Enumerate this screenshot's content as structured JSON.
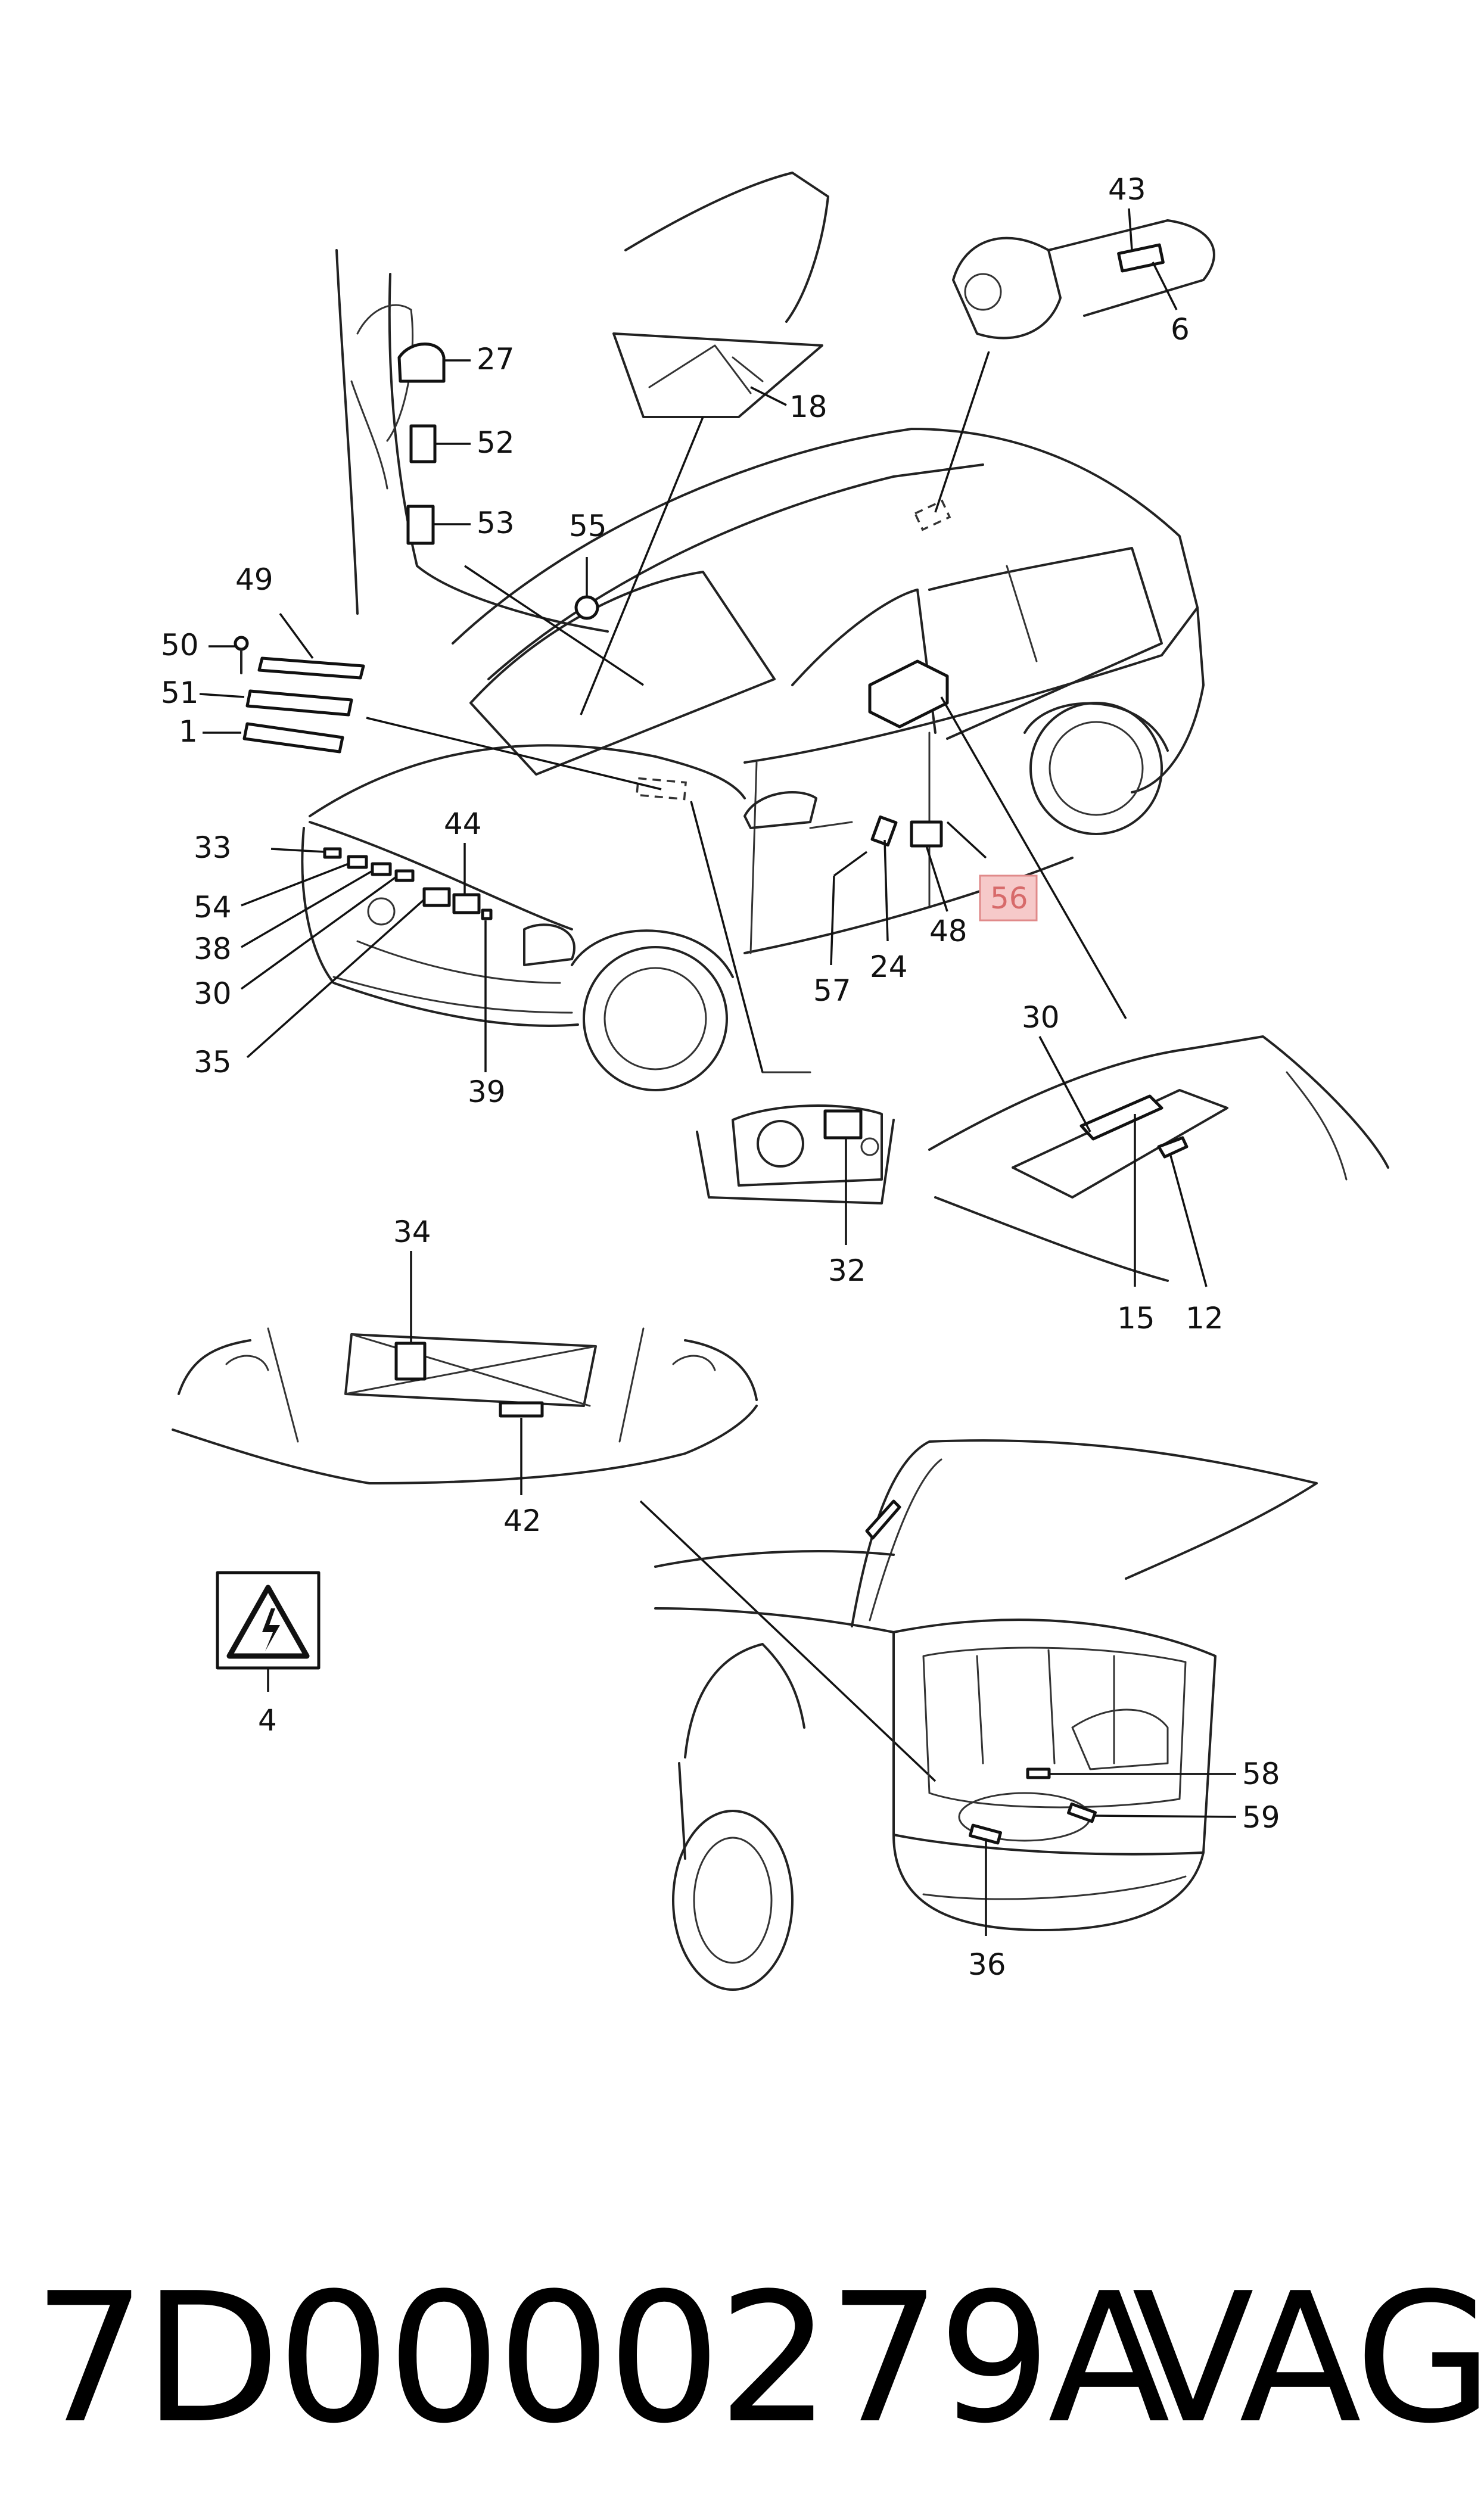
{
  "labels": {
    "l1": "1",
    "l4": "4",
    "l6": "6",
    "l12": "12",
    "l15": "15",
    "l18": "18",
    "l24": "24",
    "l27": "27",
    "l30a": "30",
    "l30b": "30",
    "l32": "32",
    "l33": "33",
    "l34": "34",
    "l35": "35",
    "l36": "36",
    "l38": "38",
    "l39": "39",
    "l42": "42",
    "l43": "43",
    "l44": "44",
    "l48": "48",
    "l49": "49",
    "l50": "50",
    "l51": "51",
    "l52": "52",
    "l53": "53",
    "l54": "54",
    "l55": "55",
    "l56": "56",
    "l57": "57",
    "l58": "58",
    "l59": "59"
  },
  "highlight_color": "#f6c9c9",
  "highlight_border": "#e08a8a",
  "footer": {
    "part_number": "7D0000279A",
    "brand": "VAG"
  }
}
